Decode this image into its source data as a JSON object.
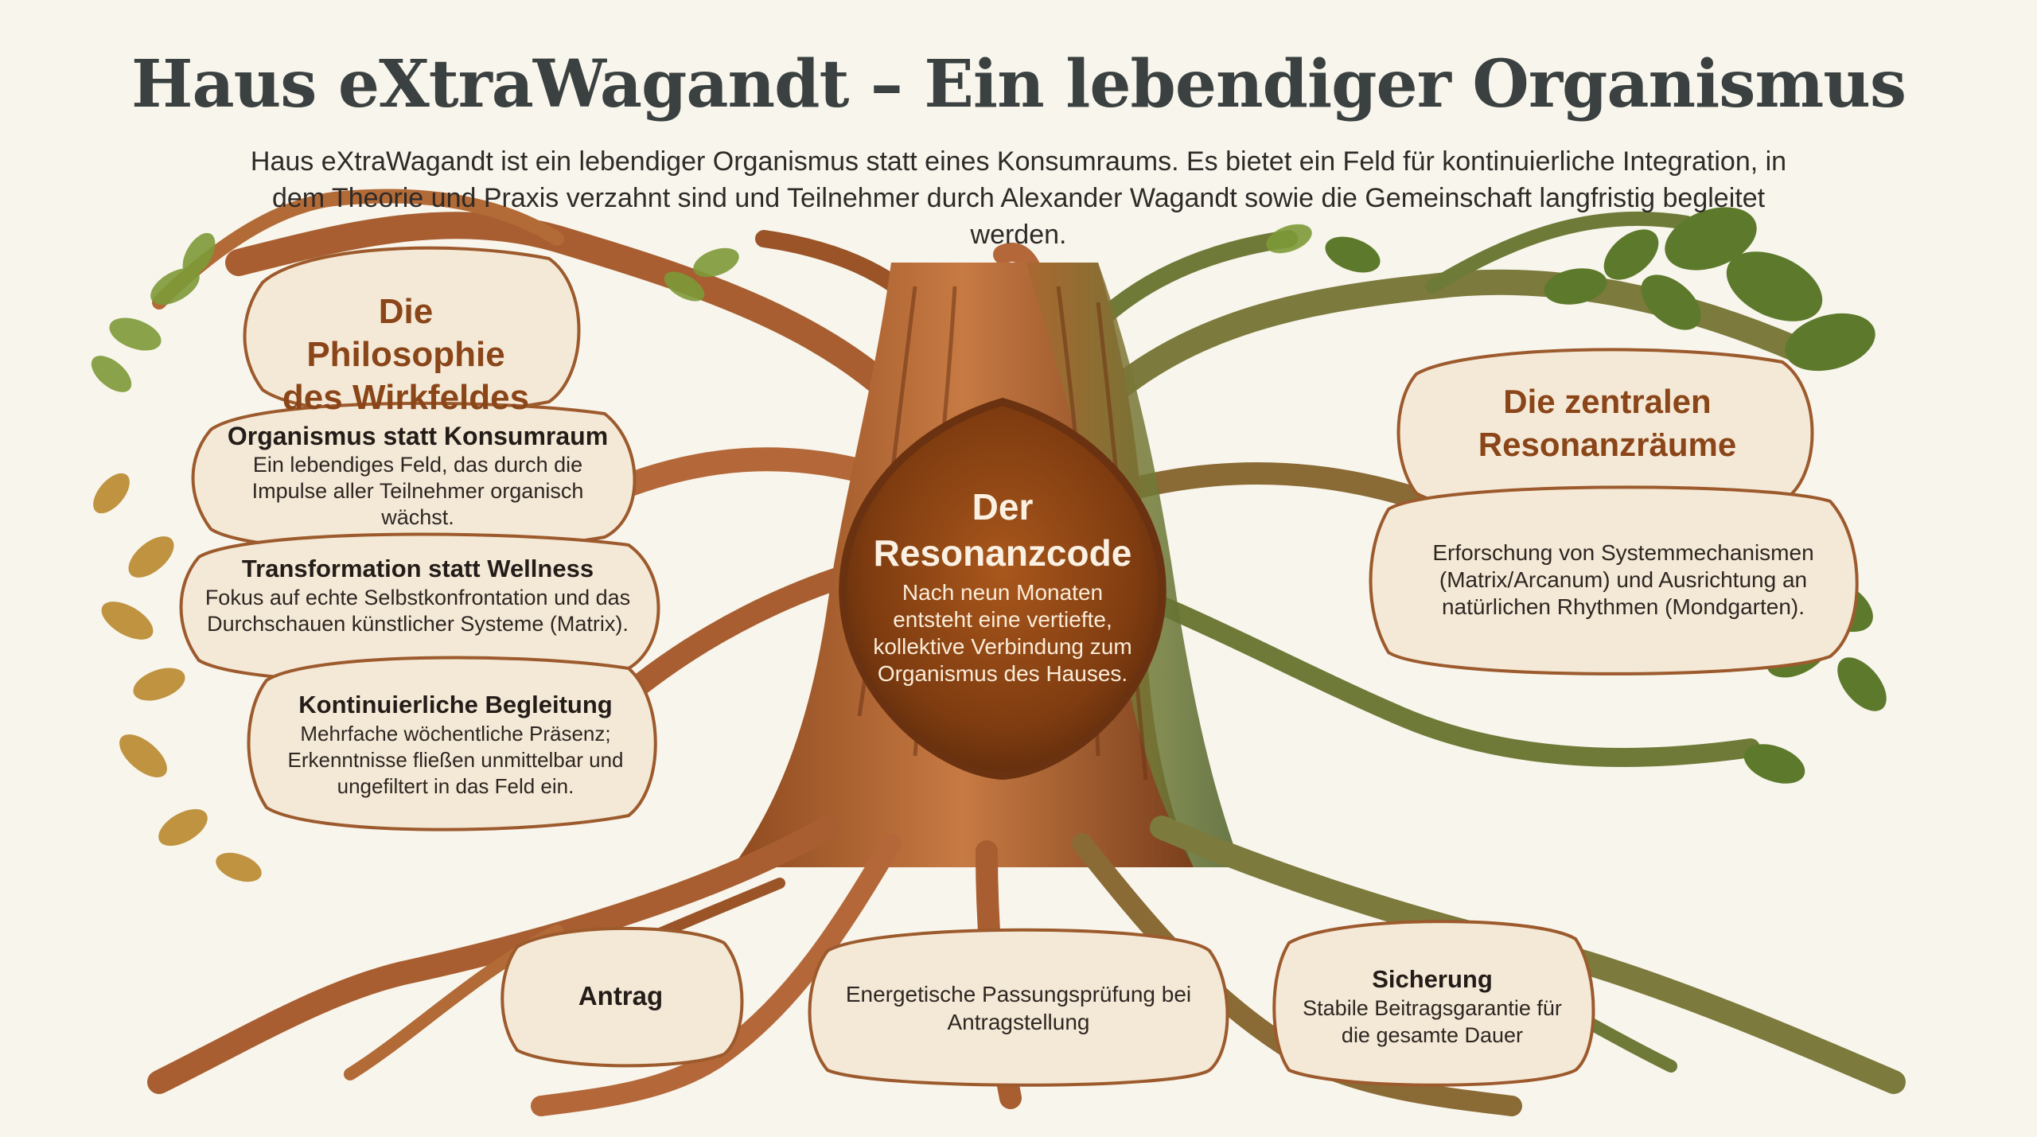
{
  "header": {
    "title": "Haus eXtraWagandt – Ein lebendiger Organismus",
    "intro": "Haus eXtraWagandt ist ein lebendiger Organismus statt eines Konsumraums. Es bietet ein Feld für kontinuierliche Integration, in dem Theorie und Praxis verzahnt sind und Teilnehmer durch Alexander Wagandt sowie die Gemeinschaft langfristig begleitet werden."
  },
  "philosophy": {
    "title": "Die Philosophie des Wirkfeldes",
    "items": [
      {
        "heading": "Organismus statt Konsumraum",
        "text": "Ein lebendiges Feld, das durch die Impulse aller Teilnehmer organisch wächst."
      },
      {
        "heading": "Transformation statt Wellness",
        "text": "Fokus auf echte Selbstkonfrontation und das Durchschauen künstlicher Systeme (Matrix)."
      },
      {
        "heading": "Kontinuierliche Begleitung",
        "text": "Mehrfache wöchentliche Präsenz; Erkenntnisse fließen unmittelbar und ungefiltert in das Feld ein."
      }
    ]
  },
  "center": {
    "title": "Der Resonanzcode",
    "text": "Nach neun Monaten entsteht eine vertiefte, kollektive Verbindung zum Organismus des Hauses."
  },
  "resonance": {
    "title": "Die zentralen Resonanzräume",
    "text": "Erforschung von Systemmechanismen (Matrix/Arcanum) und Ausrichtung an natürlichen Rhythmen (Mondgarten)."
  },
  "roots": {
    "antrag": "Antrag",
    "pruefung": "Energetische Passungsprüfung bei Antragstellung",
    "sicherung_heading": "Sicherung",
    "sicherung_text": "Stabile Beitragsgarantie für die gesamte Dauer"
  },
  "colors": {
    "background": "#f8f5ec",
    "bark": "#b4683a",
    "bark_dark": "#7a3f1c",
    "moss": "#6d7f3a",
    "leaf": "#7d9a38",
    "leaf_autumn": "#b9892e",
    "parchment": "#f4e9d6",
    "parchment_border": "#9c5a2d",
    "center_fill": "#8f4514",
    "title_text": "#3a4140",
    "section_title": "#8a4519"
  }
}
